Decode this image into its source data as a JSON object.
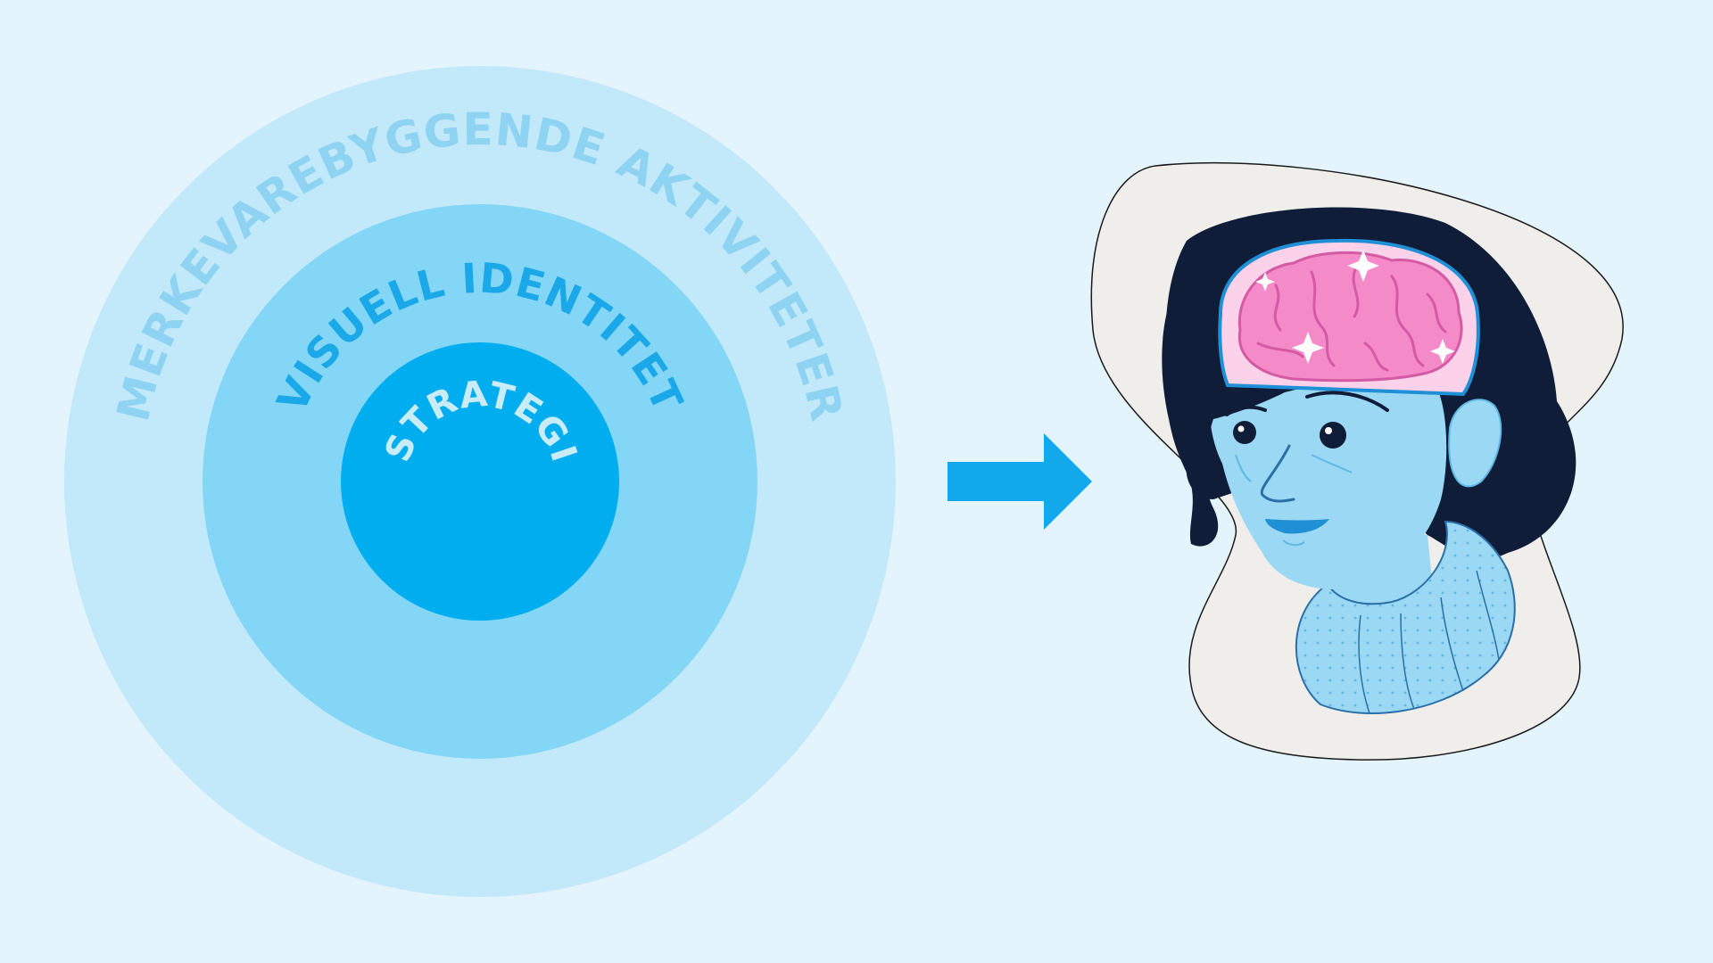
{
  "diagram": {
    "rings": {
      "outer": {
        "label": "MERKEVAREBYGGENDE AKTIVITETER",
        "fill": "#c2e9f9",
        "text_color": "#8fd3f3"
      },
      "middle": {
        "label": "VISUELL IDENTITET",
        "fill": "#84d6f6",
        "text_color": "#1aa8e8"
      },
      "inner": {
        "label": "STRATEGI",
        "fill": "#00aeef",
        "text_color": "#c9ecfb"
      }
    },
    "arrow": {
      "icon": "right-arrow-icon",
      "color": "#12a9ec"
    },
    "illustration": {
      "subject": "person-with-brain-icon",
      "backdrop": "#efeeea",
      "skin": "#9ad8f4",
      "hair": "#0f1d38",
      "brain": "#f58ac8",
      "sweater": "#9ad8f4"
    }
  }
}
